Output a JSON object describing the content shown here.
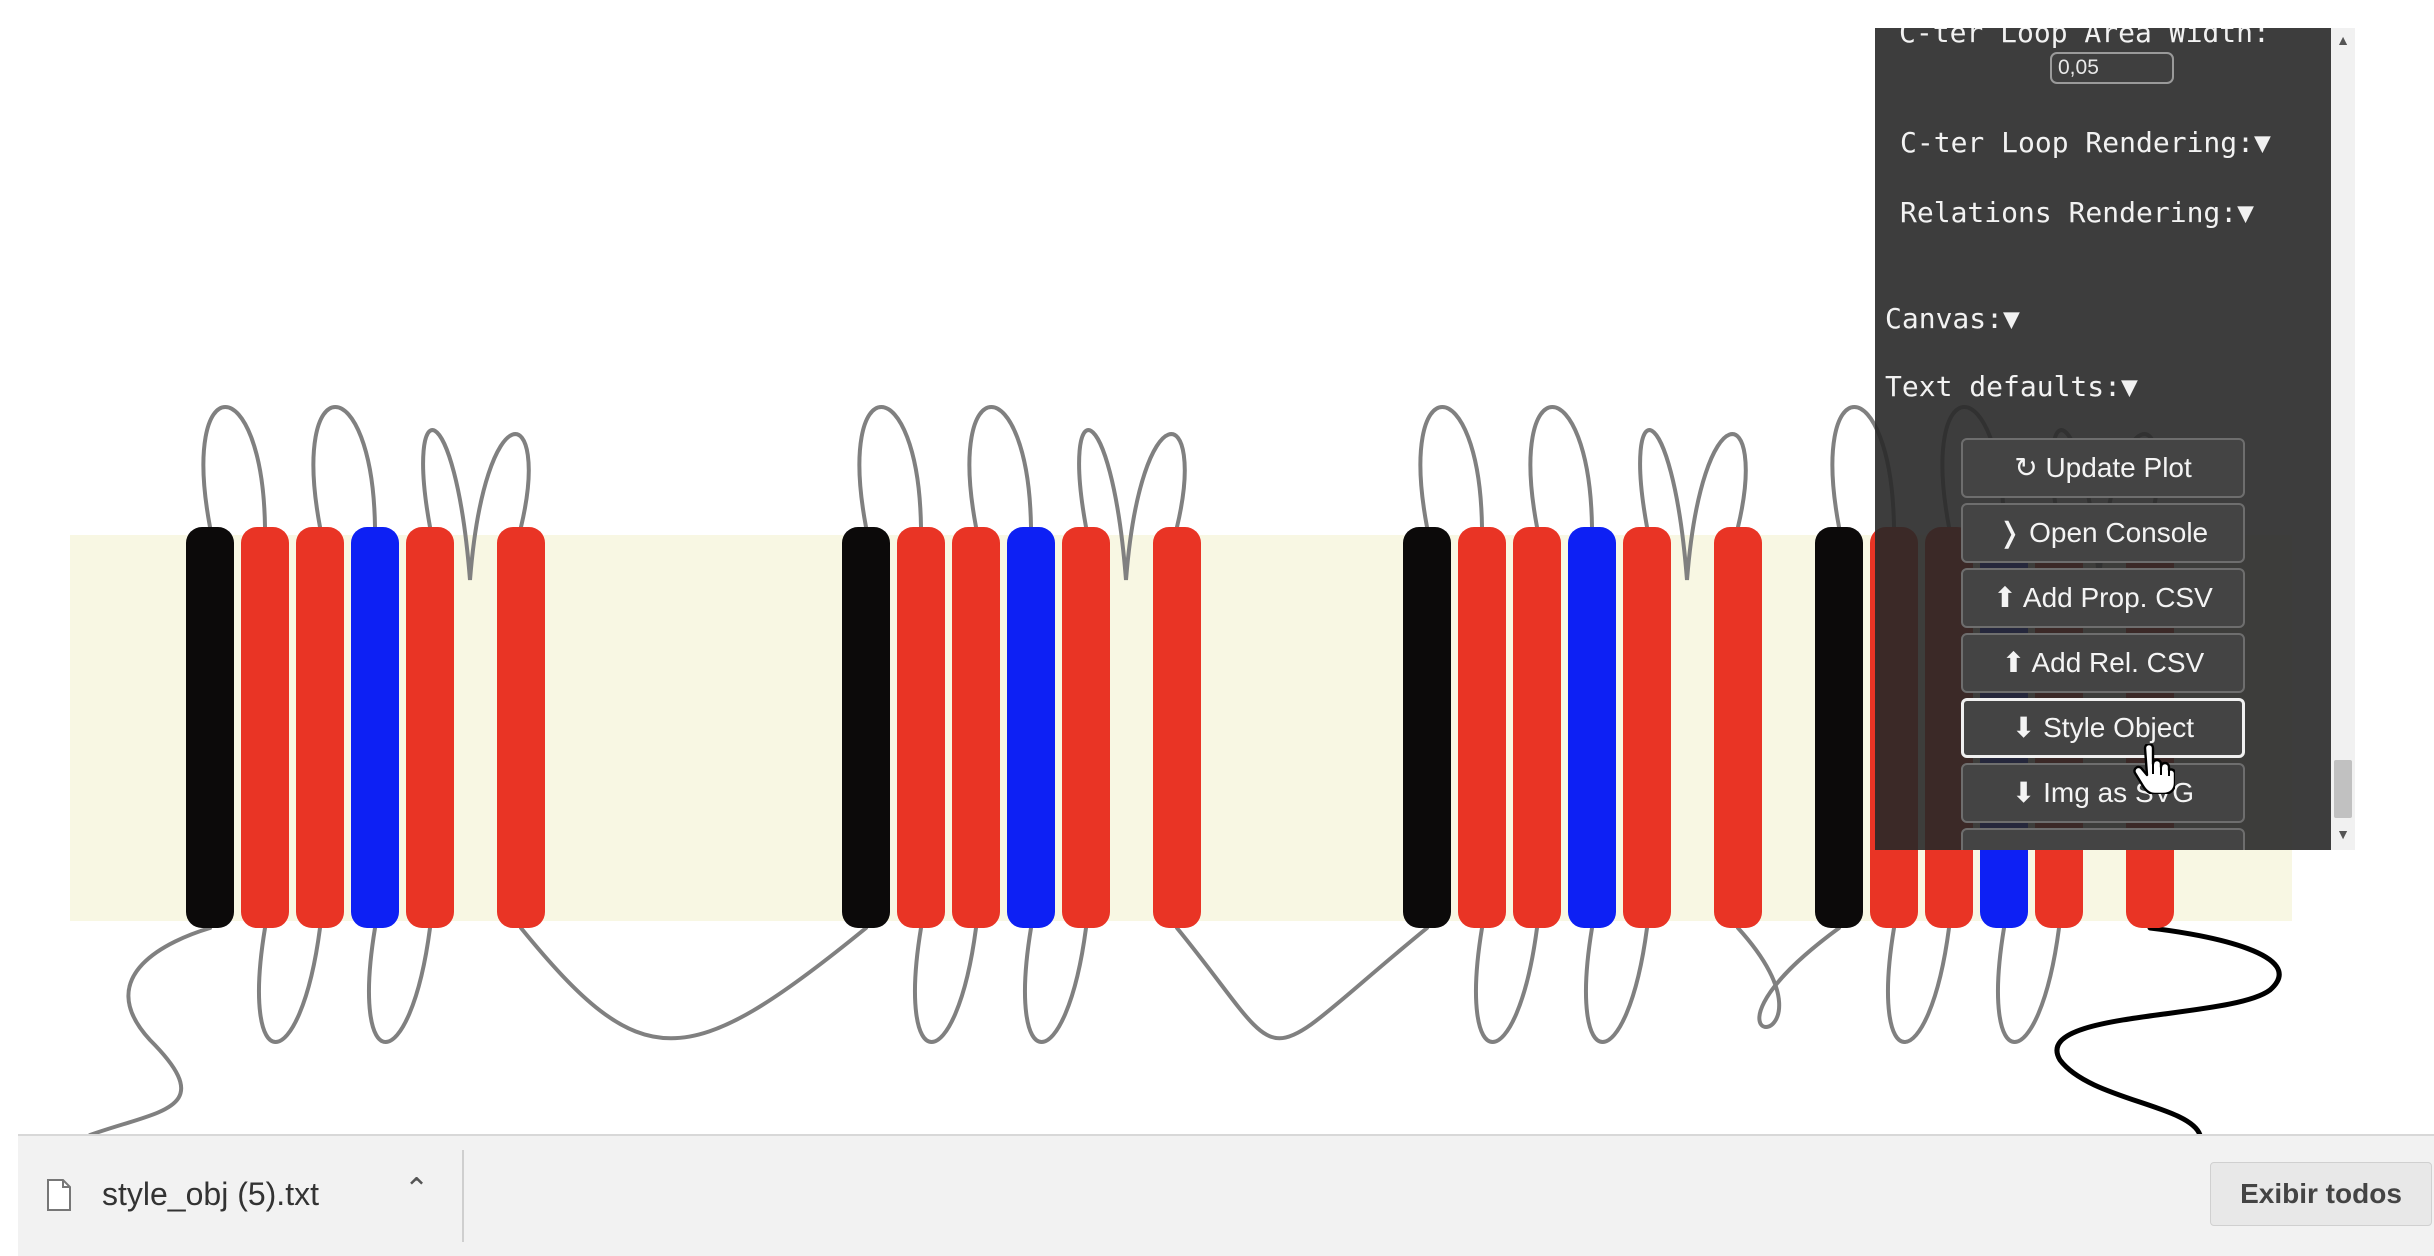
{
  "panel": {
    "cter_loop_area_width_label": "C-ter Loop Area Width:",
    "cter_loop_area_width_value": "0,05",
    "cter_loop_rendering_label": "C-ter Loop Rendering:▼",
    "relations_rendering_label": "Relations Rendering:▼",
    "canvas_label": "Canvas:▼",
    "text_defaults_label": "Text defaults:▼",
    "buttons": {
      "update_plot": "↻ Update Plot",
      "open_console": "❭ Open Console",
      "add_prop_csv": "⬆ Add Prop. CSV",
      "add_rel_csv": "⬆ Add Rel. CSV",
      "style_object": "⬇ Style Object",
      "img_as_svg": "⬇ Img as SVG"
    }
  },
  "downloads": {
    "file_name": "style_obj (5).txt",
    "show_all": "Exibir todos"
  },
  "colors": {
    "membrane": "#f8f7e3",
    "helix_red": "#e93425",
    "helix_blue": "#0d20f4",
    "helix_black": "#0c0a0a",
    "loop_gray": "#808080",
    "loop_black": "#000000",
    "panel_bg": "#282828"
  },
  "plot": {
    "groups": [
      {
        "colors": [
          "black",
          "red",
          "red",
          "blue",
          "red",
          "red"
        ],
        "cter": false
      },
      {
        "colors": [
          "black",
          "red",
          "red",
          "blue",
          "red",
          "red"
        ],
        "cter": false
      },
      {
        "colors": [
          "black",
          "red",
          "red",
          "blue",
          "red",
          "red"
        ],
        "cter": false
      },
      {
        "colors": [
          "black",
          "red",
          "red",
          "blue",
          "red",
          "red"
        ],
        "cter": true
      }
    ]
  }
}
